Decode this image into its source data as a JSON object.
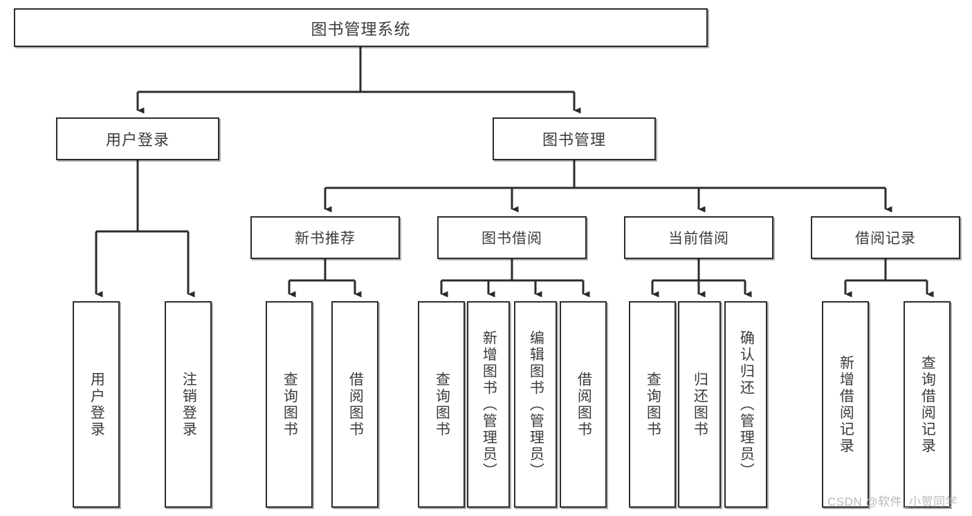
{
  "diagram": {
    "title": "图书管理系统",
    "type": "hierarchy-tree",
    "root": {
      "label": "图书管理系统"
    },
    "level1": [
      {
        "label": "用户登录"
      },
      {
        "label": "图书管理"
      }
    ],
    "level2": [
      {
        "label": "新书推荐"
      },
      {
        "label": "图书借阅"
      },
      {
        "label": "当前借阅"
      },
      {
        "label": "借阅记录"
      }
    ],
    "leaves": {
      "user_login": [
        {
          "label": "用户登录"
        },
        {
          "label": "注销登录"
        }
      ],
      "new_book_recommend": [
        {
          "label": "查询图书"
        },
        {
          "label": "借阅图书"
        }
      ],
      "book_borrow": [
        {
          "label": "查询图书"
        },
        {
          "label": "新增图书（管理员）"
        },
        {
          "label": "编辑图书（管理员）"
        },
        {
          "label": "借阅图书"
        }
      ],
      "current_borrow": [
        {
          "label": "查询图书"
        },
        {
          "label": "归还图书"
        },
        {
          "label": "确认归还（管理员）"
        }
      ],
      "borrow_record": [
        {
          "label": "新增借阅记录"
        },
        {
          "label": "查询借阅记录"
        }
      ]
    }
  },
  "watermark": {
    "text": "CSDN @软件_小贺同学"
  },
  "colors": {
    "border": "#2b2b2b",
    "text": "#3b3b3b",
    "background": "#ffffff",
    "watermark": "#b8b8b8"
  }
}
